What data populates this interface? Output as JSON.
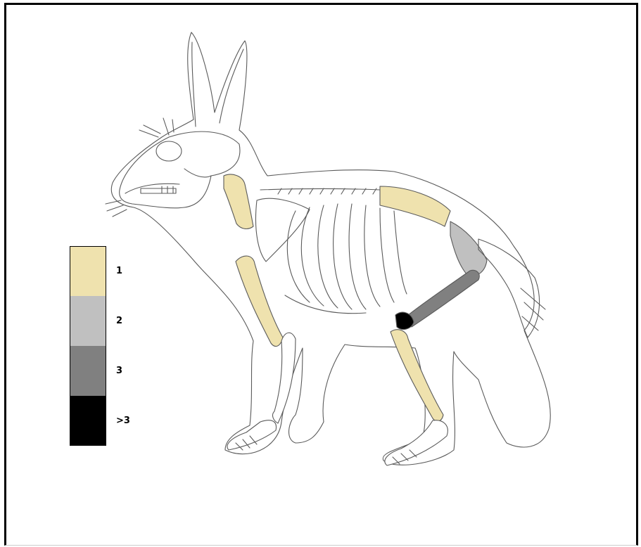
{
  "figure": {
    "subject": "rabbit-skeleton",
    "palette": {
      "outline": "#5a5a5a",
      "bone_unaffected": "#ffffff",
      "bone_level_1": "#efe2ae",
      "bone_level_2": "#c0c0c0",
      "bone_level_3": "#808080",
      "bone_level_4": "#000000"
    }
  },
  "legend": {
    "items": [
      {
        "label": "1",
        "color": "#efe2ae"
      },
      {
        "label": "2",
        "color": "#c0c0c0"
      },
      {
        "label": "3",
        "color": "#808080"
      },
      {
        "label": ">3",
        "color": "#000000"
      }
    ]
  }
}
